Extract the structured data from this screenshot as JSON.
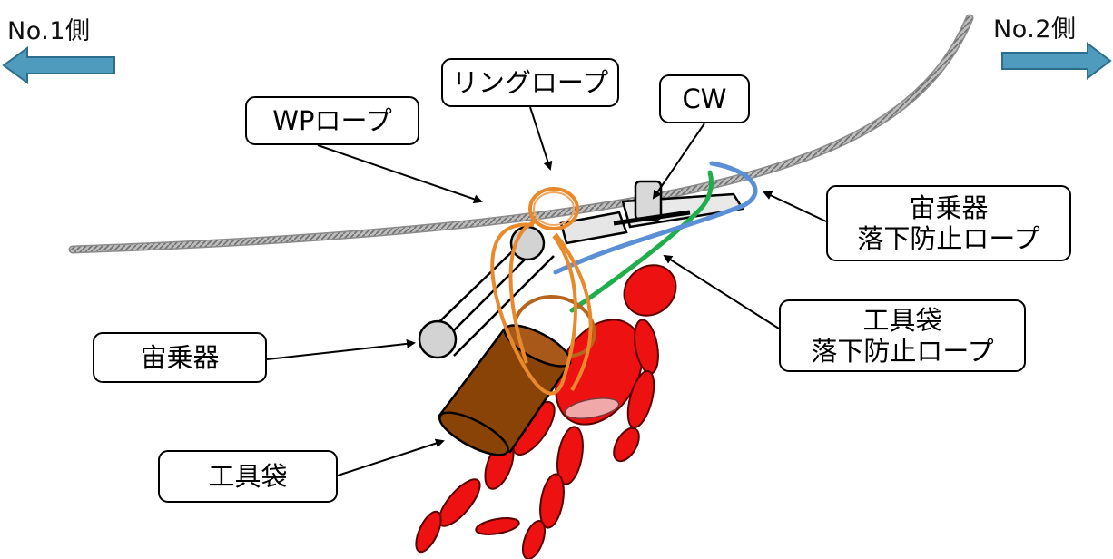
{
  "sides": {
    "left_label": "No.1側",
    "right_label": "No.2側"
  },
  "callouts": {
    "ring_rope": "リングロープ",
    "cw": "CW",
    "wp_rope": "WPロープ",
    "carrier_fall_rope": {
      "line1": "宙乗器",
      "line2": "落下防止ロープ"
    },
    "tool_bag_fall_rope": {
      "line1": "工具袋",
      "line2": "落下防止ロープ"
    },
    "carrier": "宙乗器",
    "tool_bag": "工具袋"
  },
  "colors": {
    "arrow_fill": "#4f9bbd",
    "arrow_stroke": "#2c6f8c",
    "cable": "#9a9a9a",
    "ring_rope": "#e8892c",
    "carrier_fall_rope": "#5b8fd6",
    "tool_bag_fall_rope": "#1fae4b",
    "tool_bag_tether": "#b5651d",
    "worker": "#ee1111",
    "tool_bag": "#8a4306",
    "roller": "#d3d3d3"
  }
}
